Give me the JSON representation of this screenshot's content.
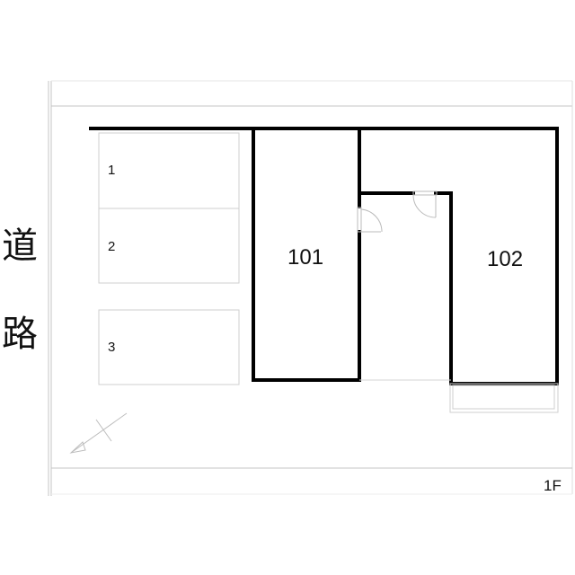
{
  "road": {
    "chars": [
      "道",
      "路"
    ]
  },
  "parking": {
    "spaces": [
      {
        "label": "1"
      },
      {
        "label": "2"
      },
      {
        "label": "3"
      }
    ]
  },
  "units": [
    {
      "label": "101"
    },
    {
      "label": "102"
    }
  ],
  "floor": {
    "label": "1F"
  },
  "colors": {
    "wall": "#000000",
    "thin_line": "#c8c8c8",
    "frame_line": "#bdbdbd"
  }
}
